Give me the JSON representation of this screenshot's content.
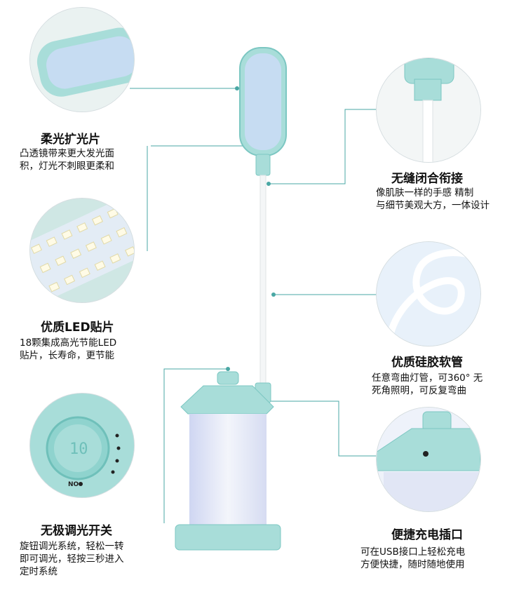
{
  "features": [
    {
      "id": "soft-diffuser",
      "title": "柔光扩光片",
      "desc": [
        "凸透镜带来更大发光面",
        "积，灯光不刺眼更柔和"
      ]
    },
    {
      "id": "led-chips",
      "title": "优质LED贴片",
      "desc": [
        "18颗集成高光节能LED",
        "贴片，长寿命，更节能"
      ]
    },
    {
      "id": "dimmer-switch",
      "title": "无极调光开关",
      "desc": [
        "旋钮调光系统，轻松一转",
        "即可调光，轻按三秒进入",
        "定时系统"
      ]
    },
    {
      "id": "seamless-joint",
      "title": "无缝闭合衔接",
      "desc": [
        "像肌肤一样的手感 精制",
        "与细节美观大方，一体设计"
      ]
    },
    {
      "id": "silicone-tube",
      "title": "优质硅胶软管",
      "desc": [
        "任意弯曲灯管，可360°  无",
        "死角照明，可反复弯曲"
      ]
    },
    {
      "id": "usb-port",
      "title": "便捷充电插口",
      "desc": [
        "可在USB接口上轻松充电",
        "方便快捷，随时随地使用"
      ]
    }
  ],
  "knob": {
    "display": "10",
    "no_label": "NO"
  },
  "colors": {
    "lamp_mint": "#a8ddd9",
    "lamp_dark": "#7cc7c2",
    "shade": "#c6dcf2",
    "led": "#fffbe6",
    "accent_line": "#4aa7a4"
  }
}
